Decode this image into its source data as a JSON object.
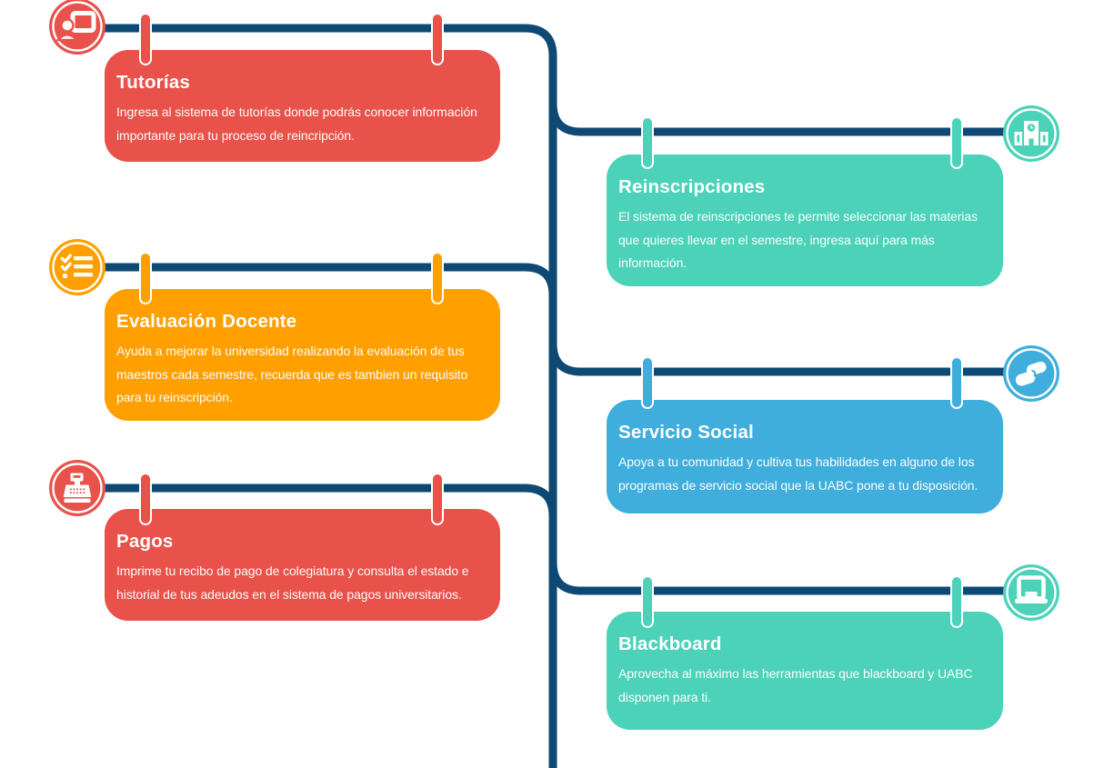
{
  "palette": {
    "red": "#E8524A",
    "orange": "#FFA000",
    "teal": "#4CD2B8",
    "blue": "#3FAEDC",
    "connector_navy": "#0E4973",
    "text": "#FFFFFF",
    "background": "#FFFFFF"
  },
  "cards": [
    {
      "id": "tutorias",
      "side": "left",
      "color": "#E8524A",
      "icon": "teacher-presentation-icon",
      "title": "Tutorías",
      "description": "Ingresa al sistema de tutorías donde podrás conocer información importante para tu proceso de reincripción."
    },
    {
      "id": "reinscripciones",
      "side": "right",
      "color": "#4CD2B8",
      "icon": "school-building-icon",
      "title": "Reinscripciones",
      "description": "El sistema de reinscripciones te permite seleccionar las materias que quieres llevar en el semestre, ingresa aquí para más información."
    },
    {
      "id": "evaluacion-docente",
      "side": "left",
      "color": "#FFA000",
      "icon": "checklist-icon",
      "title": "Evaluación Docente",
      "description": "Ayuda a mejorar la universidad realizando la evaluación de tus maestros cada semestre, recuerda que es tambien un requisito para tu reinscripción."
    },
    {
      "id": "servicio-social",
      "side": "right",
      "color": "#3FAEDC",
      "icon": "handshake-icon",
      "title": "Servicio Social",
      "description": "Apoya a tu comunidad y cultiva tus habilidades en alguno de los programas de servicio social que la UABC pone a tu disposición."
    },
    {
      "id": "pagos",
      "side": "left",
      "color": "#E8524A",
      "icon": "cash-register-icon",
      "title": "Pagos",
      "description": "Imprime tu recibo de pago de colegiatura y consulta el estado e historial de tus adeudos en el sistema de pagos universitarios."
    },
    {
      "id": "blackboard",
      "side": "right",
      "color": "#4CD2B8",
      "icon": "laptop-icon",
      "title": "Blackboard",
      "description": "Aprovecha al máximo las herramientas que blackboard y UABC disponen para ti."
    }
  ]
}
